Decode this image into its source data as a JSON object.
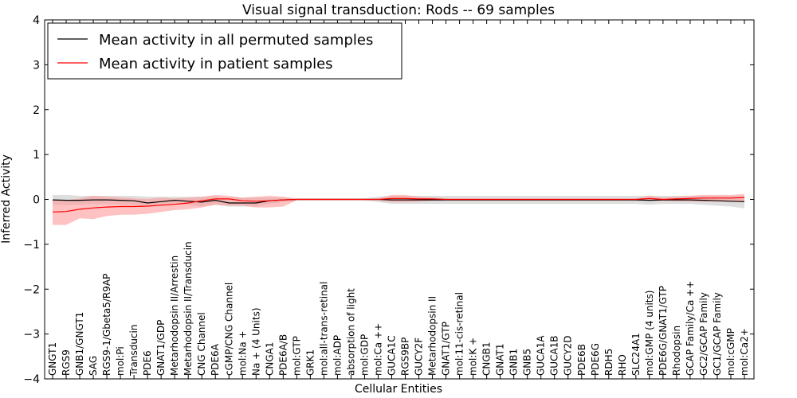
{
  "chart_data": {
    "type": "line",
    "title": "Visual signal transduction: Rods -- 69 samples",
    "xlabel": "Cellular Entities",
    "ylabel": "Inferred Activity",
    "ylim": [
      -4,
      4
    ],
    "yticks": [
      "−4",
      "−3",
      "−2",
      "−1",
      "0",
      "1",
      "2",
      "3",
      "4"
    ],
    "legend_placement": "top-left",
    "categories": [
      "GNGT1",
      "RGS9",
      "GNB1/GNGT1",
      "SAG",
      "RGS9-1/Gbeta5/R9AP",
      "mol:Pi",
      "Transducin",
      "PDE6",
      "GNAT1/GDP",
      "Metarhodopsin II/Arrestin",
      "Metarhodopsin II/Transducin",
      "CNG Channel",
      "PDE6A",
      "cGMP/CNG Channel",
      "mol:Na +",
      "Na + (4 Units)",
      "CNGA1",
      "PDE6A/B",
      "mol:GTP",
      "GRK1",
      "mol:all-trans-retinal",
      "mol:ADP",
      "absorption of light",
      "mol:GDP",
      "mol:Ca ++",
      "GUCA1C",
      "RGS9BP",
      "GUCY2F",
      "Metarhodopsin II",
      "GNAT1/GTP",
      "mol:11-cis-retinal",
      "mol:K +",
      "CNGB1",
      "GNAT1",
      "GNB1",
      "GNB5",
      "GUCA1A",
      "GUCA1B",
      "GUCY2D",
      "PDE6B",
      "PDE6G",
      "RDH5",
      "RHO",
      "SLC24A1",
      "mol:GMP (4 units)",
      "PDE6G/GNAT1/GTP",
      "Rhodopsin",
      "GCAP Family/Ca ++",
      "GC2/GCAP Family",
      "GC1/GCAP Family",
      "mol:cGMP",
      "mol:Ca2+"
    ],
    "series": [
      {
        "name": "Mean activity in all permuted samples",
        "color": "#000000",
        "band_color": "#d3d3d3",
        "values": [
          -0.01,
          -0.02,
          -0.02,
          -0.01,
          -0.01,
          -0.02,
          -0.03,
          -0.08,
          -0.05,
          -0.02,
          -0.04,
          -0.06,
          -0.02,
          -0.08,
          -0.08,
          -0.08,
          -0.03,
          -0.01,
          0,
          0,
          0,
          0,
          0,
          0,
          0,
          -0.01,
          -0.01,
          -0.01,
          -0.01,
          -0.01,
          -0.01,
          -0.01,
          -0.01,
          -0.01,
          -0.01,
          -0.01,
          -0.01,
          -0.01,
          -0.01,
          -0.01,
          -0.01,
          -0.01,
          -0.01,
          -0.01,
          -0.02,
          -0.01,
          -0.01,
          -0.01,
          -0.02,
          -0.03,
          -0.04,
          -0.05
        ],
        "lower": [
          -0.12,
          -0.13,
          -0.12,
          -0.1,
          -0.1,
          -0.12,
          -0.12,
          -0.16,
          -0.12,
          -0.1,
          -0.12,
          -0.16,
          -0.12,
          -0.16,
          -0.16,
          -0.16,
          -0.1,
          -0.06,
          -0.02,
          -0.02,
          -0.02,
          -0.02,
          -0.02,
          -0.02,
          -0.06,
          -0.1,
          -0.1,
          -0.1,
          -0.1,
          -0.1,
          -0.1,
          -0.1,
          -0.1,
          -0.1,
          -0.1,
          -0.1,
          -0.1,
          -0.1,
          -0.1,
          -0.1,
          -0.1,
          -0.1,
          -0.1,
          -0.1,
          -0.12,
          -0.1,
          -0.1,
          -0.1,
          -0.12,
          -0.14,
          -0.16,
          -0.2
        ],
        "upper": [
          0.1,
          0.1,
          0.08,
          0.08,
          0.08,
          0.08,
          0.08,
          0.06,
          0.06,
          0.06,
          0.06,
          0.06,
          0.06,
          0.04,
          0.04,
          0.04,
          0.04,
          0.04,
          0.02,
          0.02,
          0.02,
          0.02,
          0.02,
          0.02,
          0.06,
          0.08,
          0.08,
          0.08,
          0.08,
          0.08,
          0.08,
          0.08,
          0.08,
          0.08,
          0.08,
          0.08,
          0.08,
          0.08,
          0.08,
          0.08,
          0.08,
          0.08,
          0.08,
          0.08,
          0.08,
          0.08,
          0.08,
          0.08,
          0.08,
          0.08,
          0.08,
          0.08
        ]
      },
      {
        "name": "Mean activity in patient samples",
        "color": "#ff0000",
        "band_color": "#ff9999",
        "values": [
          -0.28,
          -0.27,
          -0.22,
          -0.19,
          -0.17,
          -0.16,
          -0.16,
          -0.15,
          -0.13,
          -0.11,
          -0.08,
          -0.03,
          0.01,
          0.01,
          -0.03,
          -0.04,
          -0.03,
          -0.01,
          0,
          0,
          0,
          0,
          0,
          0,
          0,
          0.02,
          0.02,
          0.01,
          0.01,
          0,
          0,
          0,
          0,
          0,
          0,
          0,
          0,
          0,
          0,
          0,
          0,
          0,
          0,
          0,
          0.02,
          0,
          0.01,
          0.02,
          0.03,
          0.03,
          0.03,
          0.04
        ],
        "lower": [
          -0.57,
          -0.57,
          -0.42,
          -0.44,
          -0.37,
          -0.34,
          -0.34,
          -0.32,
          -0.28,
          -0.24,
          -0.22,
          -0.18,
          -0.12,
          -0.14,
          -0.14,
          -0.18,
          -0.18,
          -0.16,
          -0.02,
          -0.02,
          -0.02,
          -0.02,
          -0.02,
          -0.02,
          -0.02,
          -0.06,
          -0.06,
          -0.05,
          -0.03,
          -0.02,
          -0.02,
          -0.02,
          -0.02,
          -0.02,
          -0.02,
          -0.02,
          -0.02,
          -0.02,
          -0.02,
          -0.02,
          -0.02,
          -0.02,
          -0.02,
          -0.02,
          -0.03,
          -0.03,
          -0.04,
          -0.05,
          -0.05,
          -0.05,
          -0.05,
          -0.06
        ],
        "upper": [
          -0.02,
          -0.02,
          0.02,
          0.08,
          0.06,
          0.04,
          0.02,
          0.01,
          0.04,
          0.02,
          0.04,
          0.06,
          0.1,
          0.08,
          0.04,
          0.06,
          0.08,
          0.06,
          0.02,
          0.02,
          0.02,
          0.02,
          0.02,
          0.02,
          0.02,
          0.1,
          0.1,
          0.06,
          0.04,
          0.02,
          0.02,
          0.02,
          0.02,
          0.02,
          0.02,
          0.02,
          0.02,
          0.02,
          0.02,
          0.02,
          0.02,
          0.02,
          0.02,
          0.02,
          0.08,
          0.04,
          0.06,
          0.08,
          0.1,
          0.1,
          0.1,
          0.12
        ]
      }
    ]
  }
}
